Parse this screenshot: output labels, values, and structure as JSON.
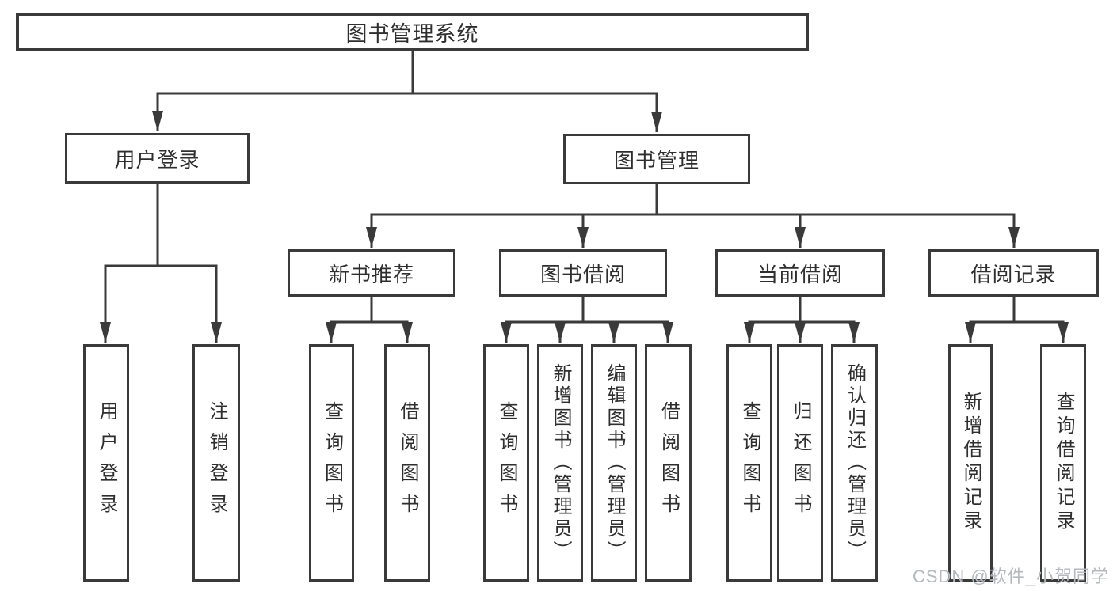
{
  "diagram_title": "图书管理系统",
  "watermark": "CSDN @软件_小贺同学",
  "colors": {
    "line": "#3a3a3a",
    "text": "#2e2e2e",
    "watermark": "#b5b8bd",
    "background": "#ffffff"
  },
  "nodes": {
    "root": {
      "label": "图书管理系统"
    },
    "level2": {
      "user_login": {
        "label": "用户登录"
      },
      "book_management": {
        "label": "图书管理"
      }
    },
    "level3": {
      "new_book_recommend": {
        "label": "新书推荐"
      },
      "book_borrowing": {
        "label": "图书借阅"
      },
      "current_borrowing": {
        "label": "当前借阅"
      },
      "borrowing_records": {
        "label": "借阅记录"
      }
    },
    "leaves": {
      "user_login": {
        "label": "用户登录"
      },
      "logout": {
        "label": "注销登录"
      },
      "query_books_recommend": {
        "label": "查询图书"
      },
      "borrow_books_recommend": {
        "label": "借阅图书"
      },
      "query_books_borrowing": {
        "label": "查询图书"
      },
      "add_book_admin": {
        "label": "新增图书（管理员）"
      },
      "edit_book_admin": {
        "label": "编辑图书（管理员）"
      },
      "borrow_book": {
        "label": "借阅图书"
      },
      "query_books_current": {
        "label": "查询图书"
      },
      "return_book": {
        "label": "归还图书"
      },
      "confirm_return_admin": {
        "label": "确认归还（管理员）"
      },
      "add_borrow_record": {
        "label": "新增借阅记录"
      },
      "query_borrow_record": {
        "label": "查询借阅记录"
      }
    }
  }
}
